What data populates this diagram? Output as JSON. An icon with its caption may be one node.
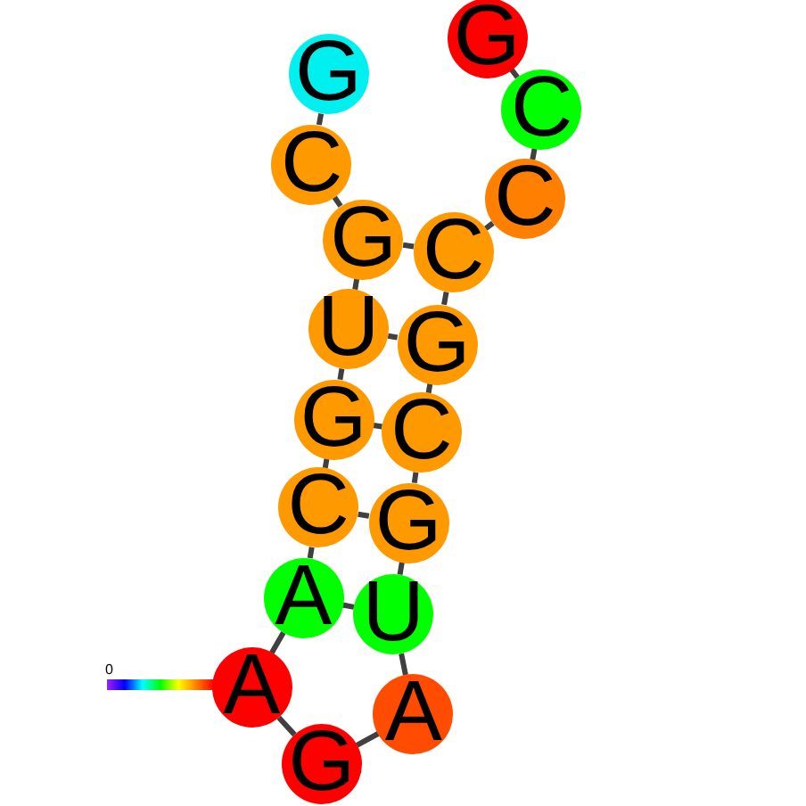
{
  "diagram": {
    "nodes": [
      {
        "text": [
          "G"
        ]
      },
      {
        "text": [
          "C"
        ]
      },
      {
        "text": [
          "G"
        ]
      },
      {
        "text": [
          "U"
        ]
      },
      {
        "text": [
          "G"
        ]
      },
      {
        "text": [
          "C"
        ]
      },
      {
        "text": [
          "A"
        ]
      },
      {
        "text": [
          "A"
        ]
      },
      {
        "text": [
          "G"
        ]
      },
      {
        "text": [
          "A"
        ]
      },
      {
        "text": [
          "U"
        ]
      },
      {
        "text": [
          "G"
        ]
      },
      {
        "text": [
          "C"
        ]
      },
      {
        "text": [
          "G"
        ]
      },
      {
        "text": [
          "C"
        ]
      },
      {
        "text": [
          "C"
        ]
      },
      {
        "text": [
          "C"
        ]
      },
      {
        "text": [
          "G"
        ]
      }
    ],
    "edges": [
      {
        "from": 0,
        "to": 1,
        "arrow": "none"
      },
      {
        "from": 1,
        "to": 2,
        "arrow": "none"
      },
      {
        "from": 2,
        "to": 3,
        "arrow": "none"
      },
      {
        "from": 3,
        "to": 4,
        "arrow": "none"
      },
      {
        "from": 4,
        "to": 5,
        "arrow": "none"
      },
      {
        "from": 5,
        "to": 6,
        "arrow": "none"
      },
      {
        "from": 6,
        "to": 7,
        "arrow": "none"
      },
      {
        "from": 7,
        "to": 8,
        "arrow": "none"
      },
      {
        "from": 8,
        "to": 9,
        "arrow": "none"
      },
      {
        "from": 9,
        "to": 10,
        "arrow": "none"
      },
      {
        "from": 10,
        "to": 11,
        "arrow": "none"
      },
      {
        "from": 11,
        "to": 12,
        "arrow": "none"
      },
      {
        "from": 12,
        "to": 13,
        "arrow": "none"
      },
      {
        "from": 13,
        "to": 14,
        "arrow": "none"
      },
      {
        "from": 14,
        "to": 15,
        "arrow": "none"
      },
      {
        "from": 15,
        "to": 16,
        "arrow": "none"
      },
      {
        "from": 16,
        "to": 17,
        "arrow": "none"
      },
      {
        "from": 2,
        "to": 14,
        "arrow": "none"
      },
      {
        "from": 3,
        "to": 13,
        "arrow": "none"
      },
      {
        "from": 4,
        "to": 12,
        "arrow": "none"
      },
      {
        "from": 5,
        "to": 11,
        "arrow": "none"
      },
      {
        "from": 6,
        "to": 10,
        "arrow": "none"
      }
    ],
    "labels": [
      "0"
    ]
  }
}
